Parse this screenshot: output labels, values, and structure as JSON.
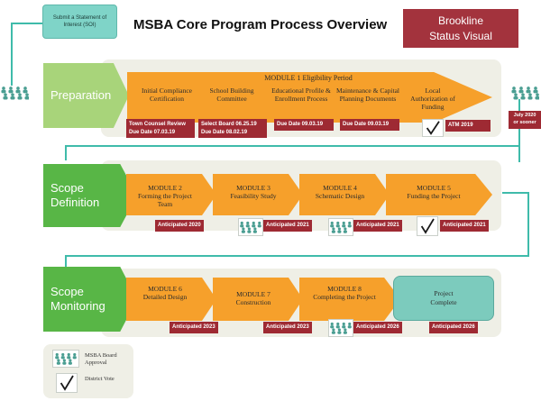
{
  "title": "MSBA Core Program Process Overview",
  "soi": "Submit a Statement of Interest (SOI)",
  "status": {
    "line1": "Brookline",
    "line2": "Status Visual"
  },
  "colors": {
    "orange": "#f6a02b",
    "maroon": "#9e2a33",
    "teal": "#7ccbbd",
    "green_light": "#a8d47a",
    "green_dark": "#58b646",
    "panel": "#efefe6"
  },
  "icons": {
    "board": "group-of-people-icon",
    "vote": "checkmark-icon"
  },
  "rows": [
    {
      "phase": "Preparation",
      "module_header": "MODULE 1  Eligibility Period",
      "steps": [
        {
          "label": "Initial Compliance Certification",
          "tags": [
            "Town Counsel Review",
            "Due Date 07.03.19"
          ]
        },
        {
          "label": "School Building Committee",
          "tags": [
            "Select Board 06.25.19",
            "Due Date 08.02.19"
          ]
        },
        {
          "label": "Educational Profile & Enrollment Process",
          "tags": [
            "Due Date 09.03.19"
          ]
        },
        {
          "label": "Maintenance & Capital Planning Documents",
          "tags": [
            "Due Date 09.03.19"
          ]
        },
        {
          "label": "Local Authorization of Funding",
          "tags": [
            "ATM 2019"
          ]
        }
      ],
      "after_tag": "July 2020 or sooner"
    },
    {
      "phase": "Scope Definition",
      "modules": [
        {
          "title": "MODULE 2",
          "label": "Forming the Project Team",
          "tag": "Anticipated 2020"
        },
        {
          "title": "MODULE 3",
          "label": "Feasibility Study",
          "tag": "Anticipated 2021"
        },
        {
          "title": "MODULE 4",
          "label": "Schematic Design",
          "tag": "Anticipated 2021"
        },
        {
          "title": "MODULE 5",
          "label": "Funding the Project",
          "tag": "Anticipated 2021"
        }
      ]
    },
    {
      "phase": "Scope Monitoring",
      "modules": [
        {
          "title": "MODULE 6",
          "label": "Detailed Design",
          "tag": "Anticipated 2023"
        },
        {
          "title": "MODULE 7",
          "label": "Construction",
          "tag": "Anticipated 2023"
        },
        {
          "title": "MODULE 8",
          "label": "Completing the Project",
          "tag": "Anticipated 2026"
        },
        {
          "label": "Project Complete",
          "tag": "Anticipated 2026"
        }
      ]
    }
  ],
  "legend": {
    "board": "MSBA Board Approval",
    "vote": "District Vote"
  }
}
